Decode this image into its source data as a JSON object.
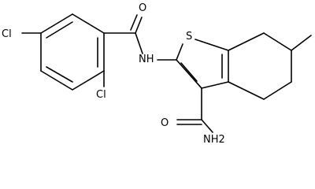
{
  "atoms": {
    "cl_top": "Cl",
    "cl_ortho": "Cl",
    "amide_o": "O",
    "amide_nh": "NH",
    "thiophene_s": "S",
    "carboxamide_o": "O",
    "carboxamide_nh2": "NH2"
  },
  "colors": {
    "bond": "#000000",
    "label": "#000000",
    "background": "#ffffff"
  }
}
